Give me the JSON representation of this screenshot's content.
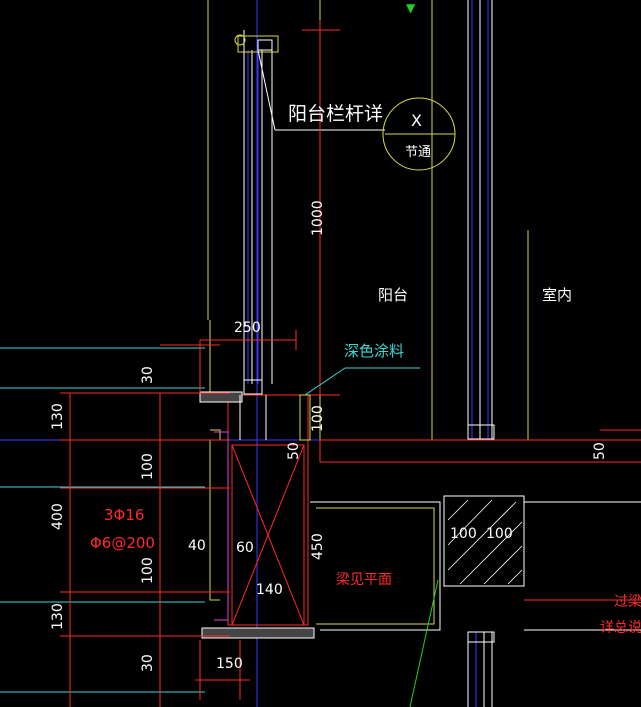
{
  "labels": {
    "railing_detail": "阳台栏杆详",
    "section_mark": "X",
    "node_ref": "节通",
    "balcony": "阳台",
    "indoor": "室内",
    "dark_coating": "深色涂料",
    "rebar_main": "3Φ16",
    "stirrup": "Φ6@200",
    "beam_level": "梁见平面",
    "lintel": "过梁",
    "see_detail": "详总说明"
  },
  "dims": {
    "railing_height": "1000",
    "d250": "250",
    "d30_top": "30",
    "d130_top": "130",
    "d100_a": "100",
    "d400": "400",
    "d100_b": "100",
    "d130_bot": "130",
    "d30_bot": "30",
    "d150": "150",
    "d40": "40",
    "d60": "60",
    "d140": "140",
    "d450": "450",
    "d50_a": "50",
    "d100_c": "100",
    "d50_right": "50",
    "d100_lintel_l": "100",
    "d100_lintel_r": "100"
  },
  "colors": {
    "background": "#000000",
    "red": "#ff2a2a",
    "yellow": "#d9d94a",
    "white": "#ffffff",
    "cyan": "#3fd6d6",
    "blue": "#3a3aff",
    "green": "#20d020",
    "magenta": "#e040e0"
  }
}
